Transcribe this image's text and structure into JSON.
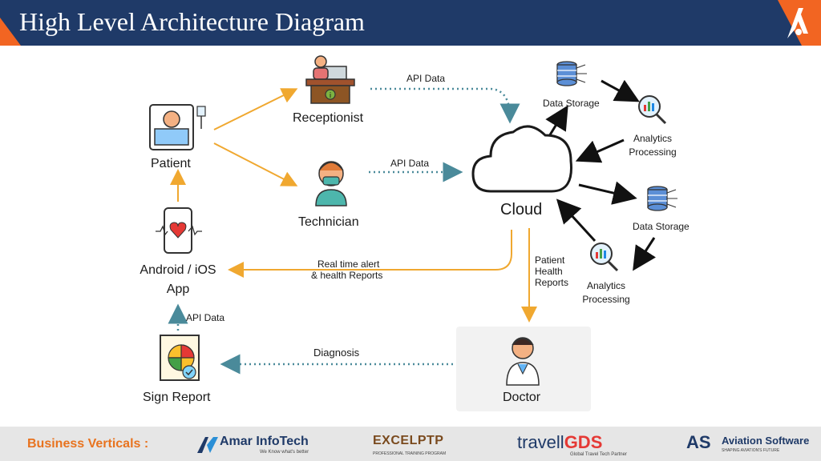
{
  "header": {
    "title": "High Level Architecture Diagram",
    "accent_color": "#f26522",
    "bar_color": "#1f3a68"
  },
  "diagram": {
    "nodes": {
      "patient": "Patient",
      "receptionist": "Receptionist",
      "technician": "Technician",
      "cloud": "Cloud",
      "app_line1": "Android / iOS",
      "app_line2": "App",
      "sign_report": "Sign Report",
      "doctor": "Doctor",
      "data_storage_1": "Data Storage",
      "data_storage_2": "Data Storage",
      "analytics_1_line1": "Analytics",
      "analytics_1_line2": "Processing",
      "analytics_2_line1": "Analytics",
      "analytics_2_line2": "Processing"
    },
    "edges": {
      "receptionist_cloud": "API Data",
      "technician_cloud": "API Data",
      "report_app": "API Data",
      "cloud_app_line1": "Real time alert",
      "cloud_app_line2": "& health Reports",
      "cloud_doctor_line1": "Patient",
      "cloud_doctor_line2": "Health",
      "cloud_doctor_line3": "Reports",
      "doctor_report": "Diagnosis"
    },
    "colors": {
      "orange_flow": "#f0a830",
      "dotted_flow": "#4a8a9a",
      "dark_arrow": "#111111"
    }
  },
  "footer": {
    "label": "Business Verticals :",
    "brands": {
      "amar_name": "Amar InfoTech",
      "amar_tag": "We Know what's better",
      "excel_name": "EXCELPTP",
      "excel_tag": "PROFESSIONAL TRAINING PROGRAM",
      "travel_name_a": "travell",
      "travel_name_b": "GDS",
      "travel_tag": "Global Travel Tech Partner",
      "aviation_mark": "AS",
      "aviation_name": "Aviation Software",
      "aviation_tag": "SHAPING AVIATION'S FUTURE"
    }
  }
}
